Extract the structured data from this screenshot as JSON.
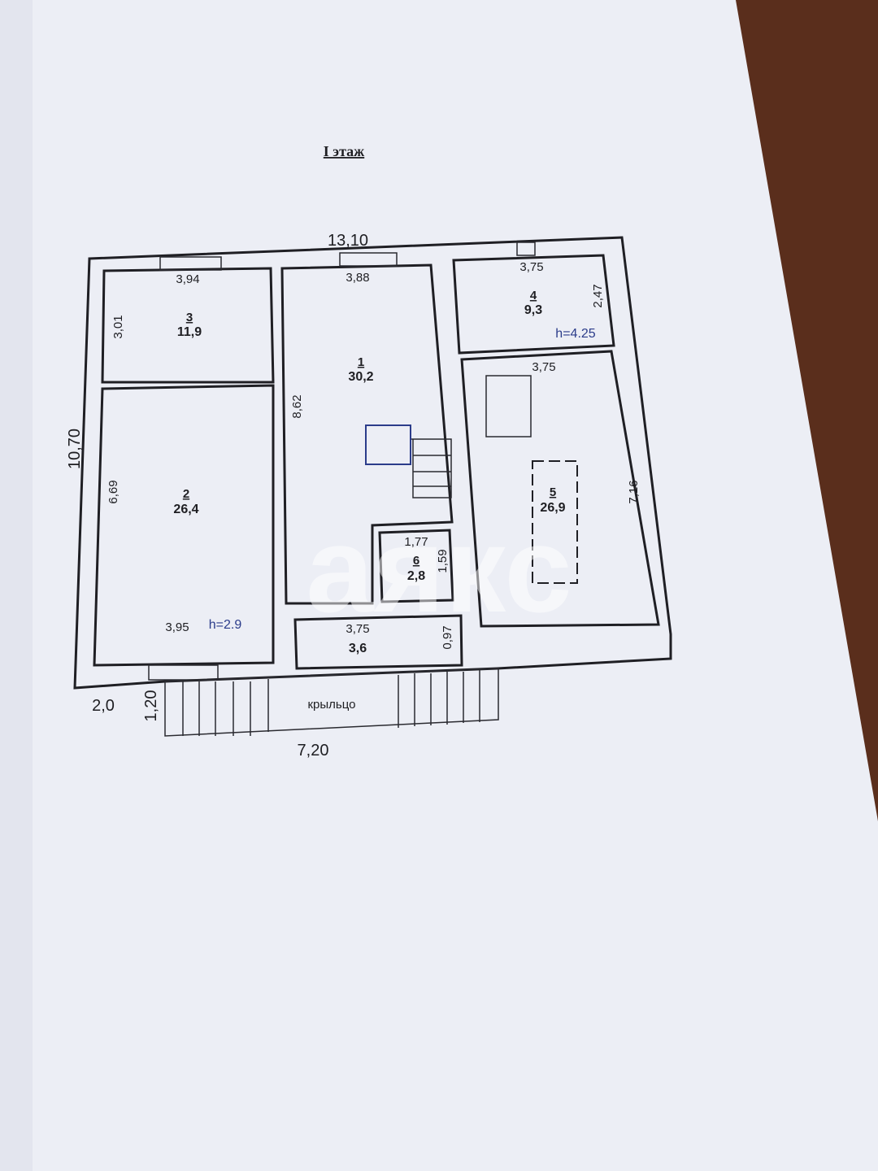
{
  "title": "I этаж",
  "watermark": "аякс",
  "colors": {
    "paper": "#eceef5",
    "wood": "#5a2e1c",
    "lines": "#1f1f24",
    "height_label": "#2b3c8a"
  },
  "overall": {
    "width": "13,10",
    "depth": "10,70",
    "offset": "2,0"
  },
  "rooms": [
    {
      "number": "1",
      "area": "30,2",
      "width": "3,88",
      "length": "8,62"
    },
    {
      "number": "2",
      "area": "26,4",
      "width": "3,95",
      "length": "6,69",
      "height": "h=2.9"
    },
    {
      "number": "3",
      "area": "11,9",
      "width": "3,94",
      "length": "3,01"
    },
    {
      "number": "4",
      "area": "9,3",
      "width": "3,75",
      "length": "2,47",
      "height": "h=4.25"
    },
    {
      "number": "5",
      "area": "26,9",
      "width": "3,75",
      "length": "7,16"
    },
    {
      "number": "6",
      "area": "2,8",
      "width": "1,77",
      "length": "1,59"
    },
    {
      "area": "3,6",
      "width": "3,75",
      "length": "0,97"
    }
  ],
  "porch": {
    "label": "крыльцо",
    "length": "7,20",
    "depth": "1,20"
  }
}
